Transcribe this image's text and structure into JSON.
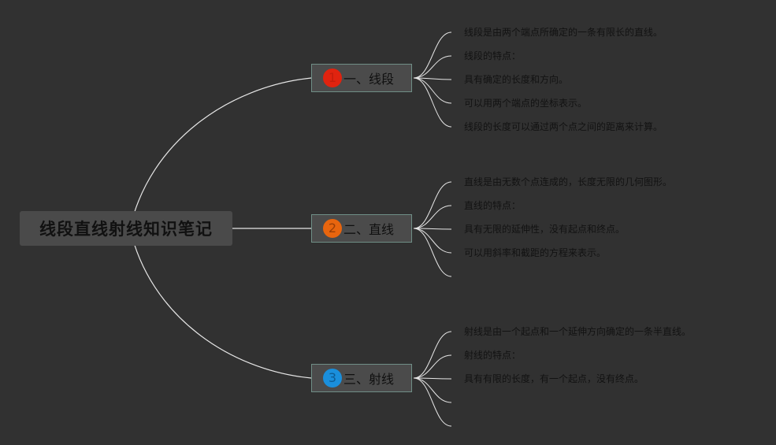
{
  "root": {
    "title": "线段直线射线知识笔记"
  },
  "topics": [
    {
      "number": "1",
      "label": "一、线段",
      "badge_color": "#e0230f",
      "number_color": "#c41d0c",
      "notes": [
        "线段是由两个端点所确定的一条有限长的直线。",
        "线段的特点：",
        "具有确定的长度和方向。",
        "可以用两个端点的坐标表示。",
        "线段的长度可以通过两个点之间的距离来计算。"
      ]
    },
    {
      "number": "2",
      "label": "二、直线",
      "badge_color": "#e8650e",
      "number_color": "#9a3e06",
      "notes": [
        "直线是由无数个点连成的，长度无限的几何图形。",
        "直线的特点：",
        "具有无限的延伸性，没有起点和终点。",
        "可以用斜率和截距的方程来表示。",
        ""
      ]
    },
    {
      "number": "3",
      "label": "三、射线",
      "badge_color": "#1a8fdc",
      "number_color": "#0d5c94",
      "notes": [
        "射线是由一个起点和一个延伸方向确定的一条半直线。",
        "射线的特点：",
        "具有有限的长度，有一个起点，没有终点。",
        "",
        ""
      ]
    }
  ]
}
